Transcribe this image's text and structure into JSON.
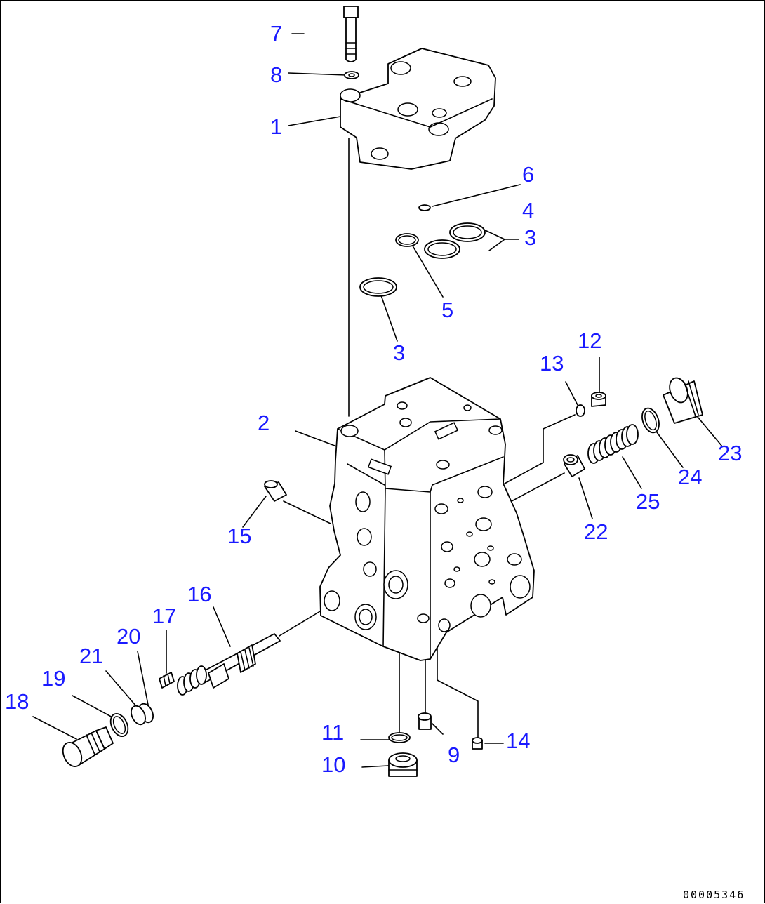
{
  "diagram": {
    "callouts": {
      "c1": "1",
      "c2": "2",
      "c3a": "3",
      "c3b": "3",
      "c4": "4",
      "c5": "5",
      "c6": "6",
      "c7": "7",
      "c8": "8",
      "c9": "9",
      "c10": "10",
      "c11": "11",
      "c12": "12",
      "c13": "13",
      "c14": "14",
      "c15": "15",
      "c16": "16",
      "c17": "17",
      "c18": "18",
      "c19": "19",
      "c20": "20",
      "c21": "21",
      "c22": "22",
      "c23": "23",
      "c24": "24",
      "c25": "25"
    },
    "drawing_code": "00005346",
    "colors": {
      "callout": "#1a1aff",
      "linework": "#000000",
      "background": "#ffffff"
    }
  }
}
